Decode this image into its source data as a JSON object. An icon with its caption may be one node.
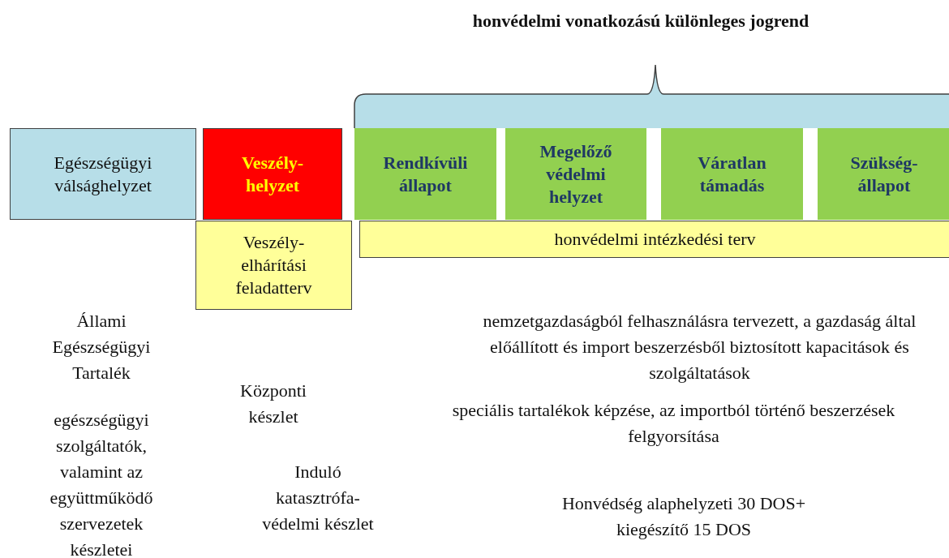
{
  "diagram": {
    "title": "honvédelmi vonatkozású különleges jogrend",
    "nodes": [
      {
        "text": [
          "Egészségügyi válsághelyzet"
        ]
      },
      {
        "text": [
          "Veszély- helyzet"
        ]
      },
      {
        "text": [
          "Rendkívüli állapot"
        ]
      },
      {
        "text": [
          "Megelőző védelmi helyzet"
        ]
      },
      {
        "text": [
          "Váratlan támadás"
        ]
      },
      {
        "text": [
          "Szükség- állapot"
        ]
      },
      {
        "text": [
          "Veszély- elhárítási feladatterv"
        ]
      },
      {
        "text": [
          "honvédelmi intézkedési terv"
        ]
      }
    ],
    "labels": [
      "Állami Egészségügyi Tartalék",
      "nemzetgazdaságból felhasználásra tervezett, a gazdaság által előállított és import beszerzésből biztosított kapacitások és szolgáltatások",
      "speciális tartalékok képzése, az importból történő beszerzések felgyorsítása",
      "Központi készlet",
      "egészségügyi szolgáltatók, valamint az együttműködő szervezetek készletei",
      "Induló katasztrófa- védelmi készlet",
      "Honvédség alaphelyzeti 30 DOS+ kiegészítő 15 DOS"
    ]
  }
}
